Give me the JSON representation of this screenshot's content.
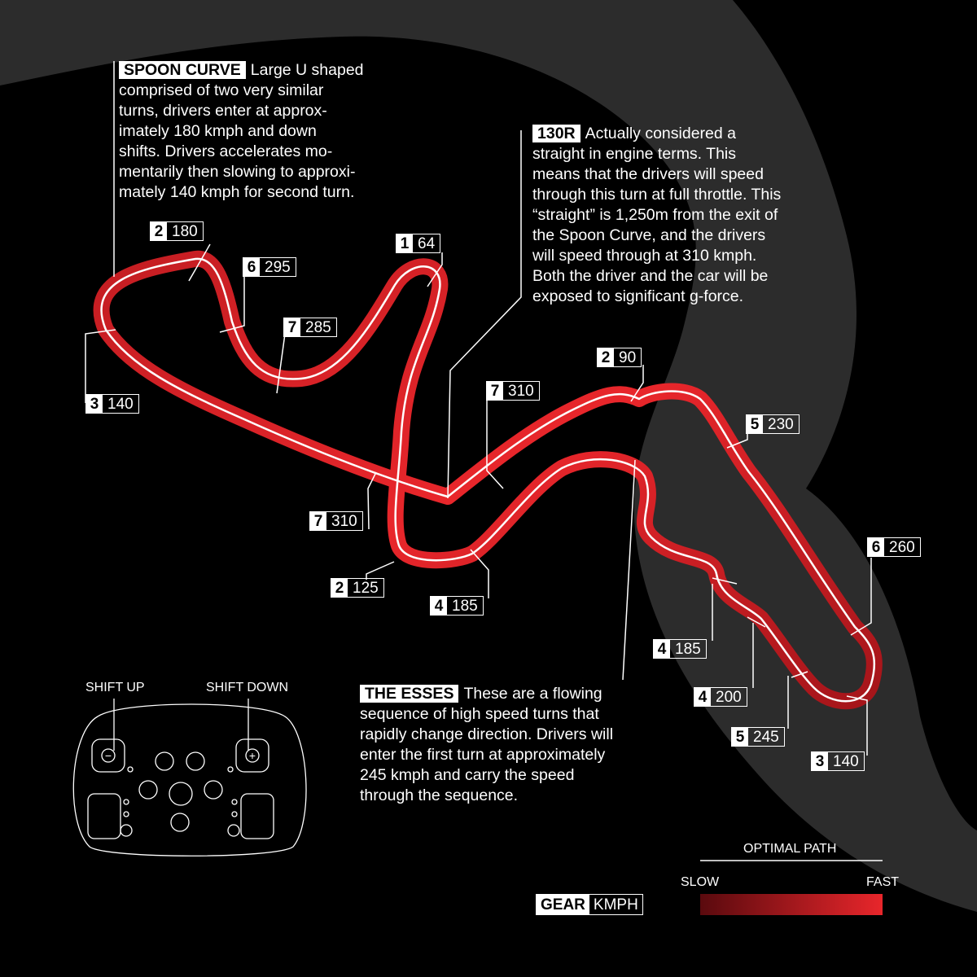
{
  "callouts": {
    "spoon": {
      "heading": "SPOON CURVE",
      "lines": [
        "Large U shaped",
        "comprised of two very similar",
        "turns, drivers enter at approx-",
        "imately 180 kmph and down",
        "shifts. Drivers accelerates mo-",
        "mentarily then slowing to approxi-",
        "mately 140 kmph for second turn."
      ]
    },
    "r130": {
      "heading": "130R",
      "lines": [
        "Actually considered a",
        "straight in engine terms. This",
        "means that the drivers will speed",
        "through this turn at full throttle.  This",
        "“straight” is 1,250m from the exit of",
        "the Spoon Curve, and the drivers",
        "will speed through at 310 kmph.",
        "Both the driver and the car will be",
        "exposed to significant g-force."
      ]
    },
    "esses": {
      "heading": "THE ESSES",
      "lines": [
        "These are a flowing",
        "sequence of high speed turns that",
        "rapidly change direction. Drivers will",
        "enter the first turn at approximately",
        "245 kmph and carry the speed",
        "through the sequence."
      ]
    }
  },
  "markers": [
    {
      "id": "m1",
      "gear": "2",
      "kmph": "180"
    },
    {
      "id": "m2",
      "gear": "6",
      "kmph": "295"
    },
    {
      "id": "m3",
      "gear": "1",
      "kmph": "64"
    },
    {
      "id": "m4",
      "gear": "7",
      "kmph": "285"
    },
    {
      "id": "m5",
      "gear": "3",
      "kmph": "140"
    },
    {
      "id": "m6",
      "gear": "2",
      "kmph": "90"
    },
    {
      "id": "m7",
      "gear": "7",
      "kmph": "310"
    },
    {
      "id": "m8",
      "gear": "5",
      "kmph": "230"
    },
    {
      "id": "m9",
      "gear": "7",
      "kmph": "310"
    },
    {
      "id": "m10",
      "gear": "6",
      "kmph": "260"
    },
    {
      "id": "m11",
      "gear": "2",
      "kmph": "125"
    },
    {
      "id": "m12",
      "gear": "4",
      "kmph": "185"
    },
    {
      "id": "m13",
      "gear": "4",
      "kmph": "185"
    },
    {
      "id": "m14",
      "gear": "4",
      "kmph": "200"
    },
    {
      "id": "m15",
      "gear": "5",
      "kmph": "245"
    },
    {
      "id": "m16",
      "gear": "3",
      "kmph": "140"
    }
  ],
  "wheel": {
    "shift_up": "SHIFT UP",
    "shift_down": "SHIFT DOWN",
    "minus_symbol": "−",
    "plus_symbol": "+"
  },
  "legend": {
    "title": "OPTIMAL PATH",
    "slow": "SLOW",
    "fast": "FAST",
    "gear": "GEAR",
    "kmph": "KMPH",
    "slow_color": "#5a0a0e",
    "fast_color": "#e8262b"
  },
  "colors": {
    "background": "#000000",
    "swoosh": "#2c2c2c",
    "track_dark": "#5a0a0e",
    "track_bright": "#e8262b",
    "racing_line": "#ffffff"
  }
}
